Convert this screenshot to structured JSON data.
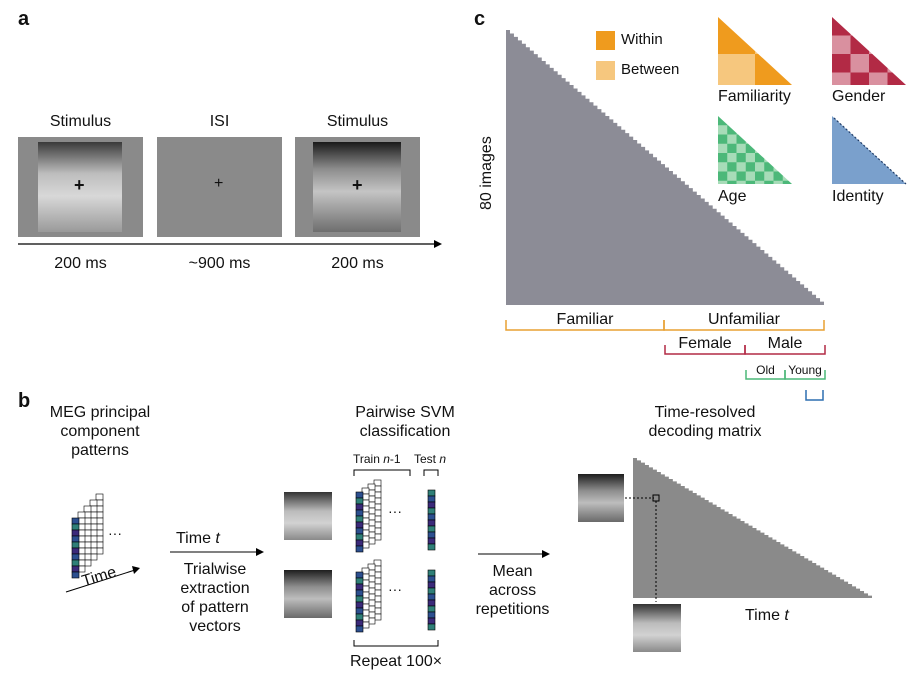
{
  "panels": {
    "a": "a",
    "b": "b",
    "c": "c"
  },
  "panel_a": {
    "stim1_label": "Stimulus",
    "isi_label": "ISI",
    "stim2_label": "Stimulus",
    "stim1_time": "200 ms",
    "isi_time": "~900 ms",
    "stim2_time": "200 ms"
  },
  "panel_b": {
    "meg_label_1": "MEG principal",
    "meg_label_2": "component",
    "meg_label_3": "patterns",
    "time_axis_label": "Time",
    "time_t_label": "Time t",
    "extraction_1": "Trialwise",
    "extraction_2": "extraction",
    "extraction_3": "of pattern",
    "extraction_4": "vectors",
    "svm_title_1": "Pairwise SVM",
    "svm_title_2": "classification",
    "train_label": "Train n-1",
    "test_label": "Test n",
    "repeat_label": "Repeat 100×",
    "mean_1": "Mean",
    "mean_2": "across",
    "mean_3": "repetitions",
    "matrix_title_1": "Time-resolved",
    "matrix_title_2": "decoding matrix",
    "matrix_time_label": "Time t",
    "ellipsis": "···"
  },
  "panel_c": {
    "y_label": "80 images",
    "legend_within": "Within",
    "legend_between": "Between",
    "model_familiarity": "Familiarity",
    "model_gender": "Gender",
    "model_age": "Age",
    "model_identity": "Identity",
    "group_familiar": "Familiar",
    "group_unfamiliar": "Unfamiliar",
    "group_female": "Female",
    "group_male": "Male",
    "group_old": "Old",
    "group_young": "Young"
  },
  "colors": {
    "matrix_gray": "#8c8c96",
    "familiarity_within": "#ef9b1e",
    "familiarity_between": "#f6c77e",
    "gender_within": "#b22a45",
    "gender_between": "#d9909f",
    "age_within": "#4cb879",
    "age_between": "#a7dcb8",
    "identity": "#7aa0cc",
    "bracket_familiarity": "#e8a032",
    "bracket_gender": "#b22a45",
    "bracket_age": "#4cb879",
    "bracket_identity": "#2d6fb0",
    "pattern_purple": "#3b2a7a",
    "pattern_teal": "#2f7f78",
    "pattern_blue": "#2c4f8f"
  }
}
